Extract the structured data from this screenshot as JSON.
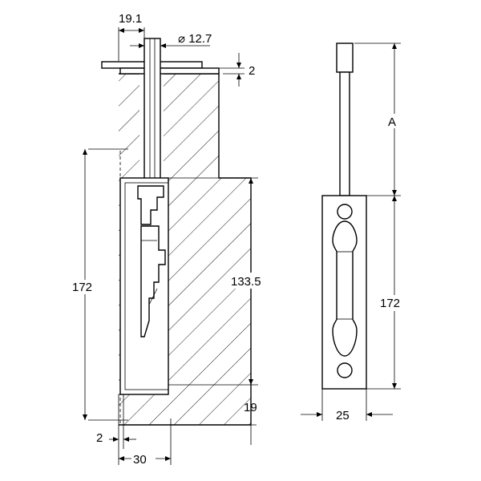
{
  "dimensions": {
    "top_width": "19.1",
    "diameter": "⌀ 12.7",
    "plate_thickness": "2",
    "left_height": "172",
    "stroke_length": "133.5",
    "bottom_offset": "19",
    "bottom_gap": "2",
    "bottom_width": "30",
    "side_variable": "A",
    "side_height": "172",
    "side_width": "25"
  }
}
